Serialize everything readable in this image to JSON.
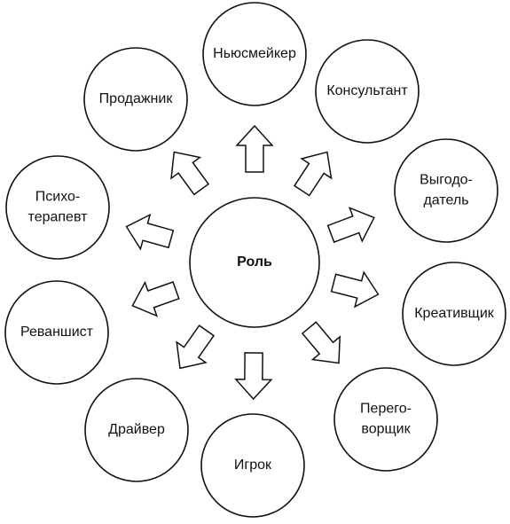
{
  "diagram": {
    "center": {
      "label": "Роль"
    },
    "roles": [
      {
        "id": "newsmaker",
        "lines": [
          "Ньюсмейкер"
        ]
      },
      {
        "id": "consultant",
        "lines": [
          "Консультант"
        ]
      },
      {
        "id": "beneficiary",
        "lines": [
          "Выгодо-",
          "датель"
        ]
      },
      {
        "id": "creative",
        "lines": [
          "Креативщик"
        ]
      },
      {
        "id": "negotiator",
        "lines": [
          "Перего-",
          "ворщик"
        ]
      },
      {
        "id": "player",
        "lines": [
          "Игрок"
        ]
      },
      {
        "id": "driver",
        "lines": [
          "Драйвер"
        ]
      },
      {
        "id": "revanchist",
        "lines": [
          "Реваншист"
        ]
      },
      {
        "id": "psychotherapist",
        "lines": [
          "Психо-",
          "терапевт"
        ]
      },
      {
        "id": "salesman",
        "lines": [
          "Продажник"
        ]
      }
    ]
  }
}
